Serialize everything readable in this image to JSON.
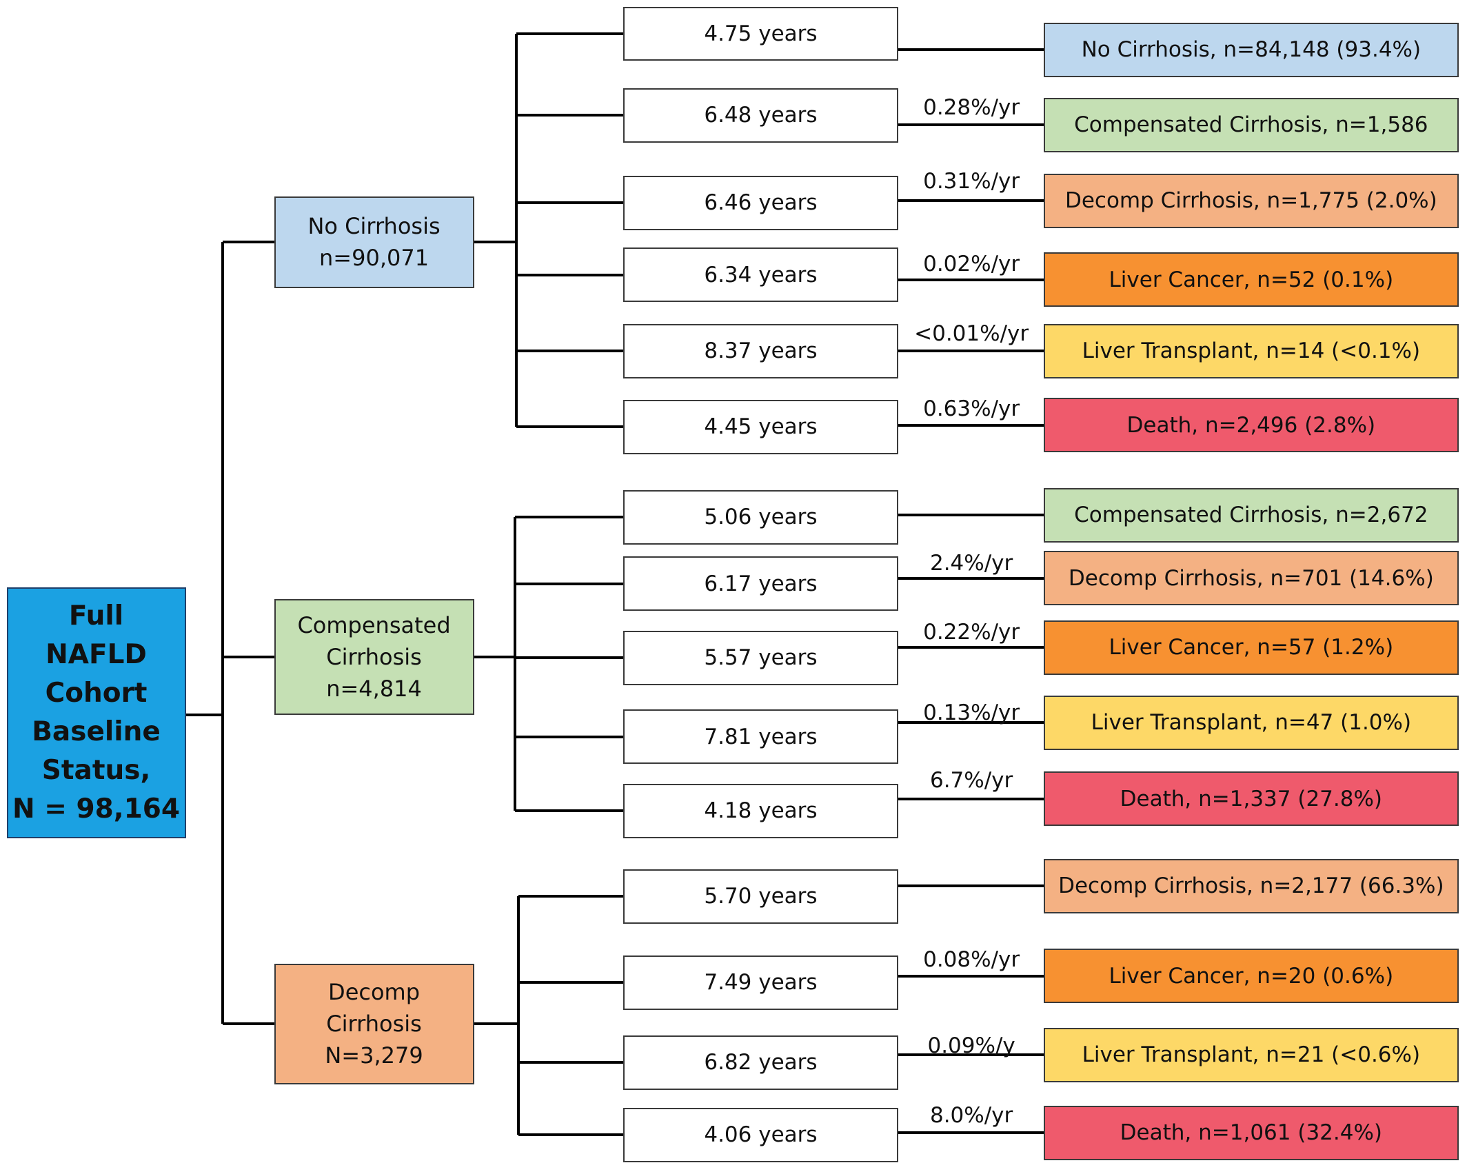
{
  "root": {
    "lines": [
      "Full",
      "NAFLD",
      "Cohort",
      "Baseline",
      "Status,",
      "N = 98,164"
    ],
    "color": "#1ba1e2"
  },
  "colors": {
    "no_cirrhosis": "#bdd7ee",
    "compensated": "#c5e0b4",
    "decomp": "#f4b183",
    "liver_cancer": "#f79131",
    "liver_transplant": "#fdd867",
    "death": "#ef5a6c"
  },
  "groups": [
    {
      "lines": [
        "No Cirrhosis",
        "n=90,071"
      ],
      "color_key": "no_cirrhosis",
      "branches": [
        {
          "years": "4.75 years",
          "rate": "",
          "outcome": "No Cirrhosis, n=84,148 (93.4%)",
          "color_key": "no_cirrhosis"
        },
        {
          "years": "6.48 years",
          "rate": "0.28%/yr",
          "outcome": "Compensated Cirrhosis, n=1,586",
          "color_key": "compensated"
        },
        {
          "years": "6.46 years",
          "rate": "0.31%/yr",
          "outcome": "Decomp Cirrhosis, n=1,775 (2.0%)",
          "color_key": "decomp"
        },
        {
          "years": "6.34 years",
          "rate": "0.02%/yr",
          "outcome": "Liver Cancer, n=52 (0.1%)",
          "color_key": "liver_cancer"
        },
        {
          "years": "8.37 years",
          "rate": "<0.01%/yr",
          "outcome": "Liver Transplant, n=14 (<0.1%)",
          "color_key": "liver_transplant"
        },
        {
          "years": "4.45 years",
          "rate": "0.63%/yr",
          "outcome": "Death, n=2,496 (2.8%)",
          "color_key": "death"
        }
      ]
    },
    {
      "lines": [
        "Compensated",
        "Cirrhosis",
        "n=4,814"
      ],
      "color_key": "compensated",
      "branches": [
        {
          "years": "5.06 years",
          "rate": "",
          "outcome": "Compensated Cirrhosis, n=2,672",
          "color_key": "compensated"
        },
        {
          "years": "6.17 years",
          "rate": "2.4%/yr",
          "outcome": "Decomp Cirrhosis, n=701 (14.6%)",
          "color_key": "decomp"
        },
        {
          "years": "5.57 years",
          "rate": "0.22%/yr",
          "outcome": "Liver Cancer, n=57 (1.2%)",
          "color_key": "liver_cancer"
        },
        {
          "years": "7.81 years",
          "rate": "0.13%/yr",
          "outcome": "Liver Transplant, n=47 (1.0%)",
          "color_key": "liver_transplant"
        },
        {
          "years": "4.18 years",
          "rate": "6.7%/yr",
          "outcome": "Death, n=1,337 (27.8%)",
          "color_key": "death"
        }
      ]
    },
    {
      "lines": [
        "Decomp",
        "Cirrhosis",
        "N=3,279"
      ],
      "color_key": "decomp",
      "branches": [
        {
          "years": "5.70 years",
          "rate": "",
          "outcome": "Decomp Cirrhosis, n=2,177 (66.3%)",
          "color_key": "decomp"
        },
        {
          "years": "7.49 years",
          "rate": "0.08%/yr",
          "outcome": "Liver Cancer, n=20 (0.6%)",
          "color_key": "liver_cancer"
        },
        {
          "years": "6.82 years",
          "rate": "0.09%/y",
          "outcome": "Liver Transplant, n=21 (<0.6%)",
          "color_key": "liver_transplant"
        },
        {
          "years": "4.06 years",
          "rate": "8.0%/yr",
          "outcome": "Death, n=1,061 (32.4%)",
          "color_key": "death"
        }
      ]
    }
  ]
}
